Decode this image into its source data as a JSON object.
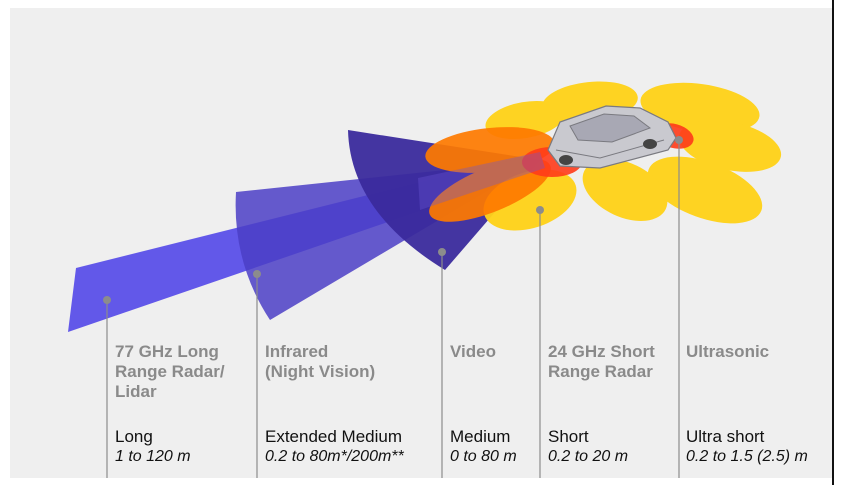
{
  "colors": {
    "background": "#efefef",
    "long_range_radar": "#5a4fe8",
    "infrared": "#4b3ec6",
    "video": "#3b2a9e",
    "short_range_radar": "#ff7a00",
    "ultrasonic": "#ffd21a",
    "overlap_red": "#ff3b1a",
    "leader_line": "#8c8c8c"
  },
  "labels": [
    {
      "technology": "77 GHz Long Range Radar/ Lidar",
      "lines": [
        "77 GHz Long",
        "Range Radar/",
        "Lidar"
      ],
      "range_name": "Long",
      "range_value": "1 to 120 m"
    },
    {
      "technology": "Infrared (Night Vision)",
      "lines": [
        "Infrared",
        "(Night Vision)"
      ],
      "range_name": "Extended Medium",
      "range_value": "0.2 to 80m*/200m**"
    },
    {
      "technology": "Video",
      "lines": [
        "Video"
      ],
      "range_name": "Medium",
      "range_value": "0 to 80 m"
    },
    {
      "technology": "24 GHz Short Range Radar",
      "lines": [
        "24 GHz Short",
        "Range Radar"
      ],
      "range_name": "Short",
      "range_value": "0.2 to 20 m"
    },
    {
      "technology": "Ultrasonic",
      "lines": [
        "Ultrasonic"
      ],
      "range_name": "Ultra short",
      "range_value": "0.2 to 1.5 (2.5) m"
    }
  ]
}
